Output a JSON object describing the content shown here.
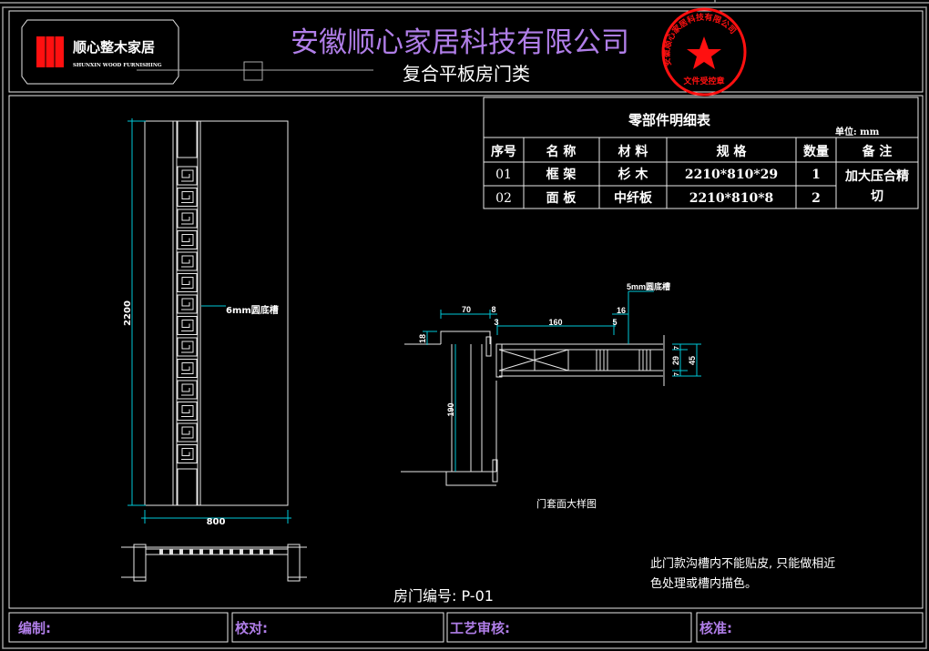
{
  "header": {
    "logo_cn": "顺心整木家居",
    "logo_en": "SHUNXIN WOOD FURNISHING",
    "company": "安徽顺心家居科技有限公司",
    "subtitle": "复合平板房门类",
    "seal_text": "安徽顺心家居科技有限公司",
    "seal_bottom": "文件受控章"
  },
  "parts_table": {
    "title": "零部件明细表",
    "unit": "单位: mm",
    "columns": [
      "序号",
      "名 称",
      "材 料",
      "规 格",
      "数量",
      "备 注"
    ],
    "rows": [
      {
        "no": "01",
        "name": "框 架",
        "material": "杉 木",
        "spec": "2210*810*29",
        "qty": "1"
      },
      {
        "no": "02",
        "name": "面 板",
        "material": "中纤板",
        "spec": "2210*810*8",
        "qty": "2"
      }
    ],
    "remark": [
      "加大压合精",
      "切"
    ]
  },
  "door_elevation": {
    "height_dim": "2200",
    "width_dim": "800",
    "groove_label": "6mm圆底槽",
    "door_number": "房门编号: P-01"
  },
  "detail": {
    "groove_label": "5mm圆底槽",
    "dims": {
      "d70": "70",
      "d8": "8",
      "d3": "3",
      "d160": "160",
      "d5": "5",
      "d16": "16",
      "d18": "18",
      "d190": "190",
      "d7a": "7",
      "d29": "29",
      "d7b": "7",
      "d45": "45"
    },
    "caption": "门套面大样图"
  },
  "note": [
    "此门款沟槽内不能贴皮, 只能做相近",
    "色处理或槽内描色。"
  ],
  "footer": {
    "drafted": "编制:",
    "checked": "校对:",
    "process_review": "工艺审核:",
    "approved": "核准:"
  },
  "colors": {
    "accent": "#b07ee8",
    "dimension": "#00c8d8",
    "seal": "#ff0000"
  }
}
